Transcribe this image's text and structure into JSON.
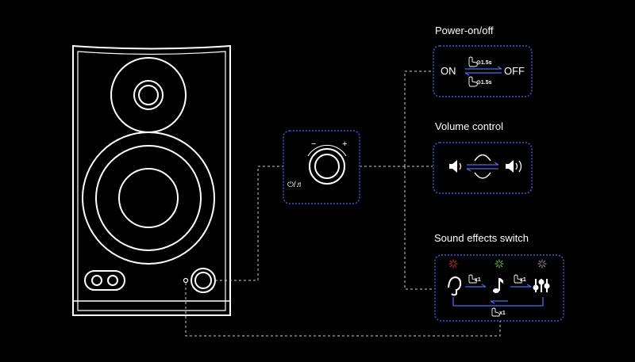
{
  "sections": {
    "power": {
      "title": "Power-on/off",
      "on_label": "ON",
      "off_label": "OFF",
      "hold_top": "⊙1.5s",
      "hold_bottom": "⊙1.5s"
    },
    "volume": {
      "title": "Volume control"
    },
    "effects": {
      "title": "Sound effects switch",
      "tap1": "x1",
      "tap2": "x1",
      "tap_return": "x1",
      "led_colors": [
        "#e53935",
        "#7cd64b",
        "#9e9e9e"
      ]
    }
  },
  "knob": {
    "minus": "−",
    "plus": "+",
    "power_music_label": "⏻/♬"
  },
  "colors": {
    "background": "#000000",
    "outline": "#ffffff",
    "dotted_box": "#3b5bd6",
    "connector": "#cccccc",
    "arrow_blue": "#4a6cf0"
  }
}
